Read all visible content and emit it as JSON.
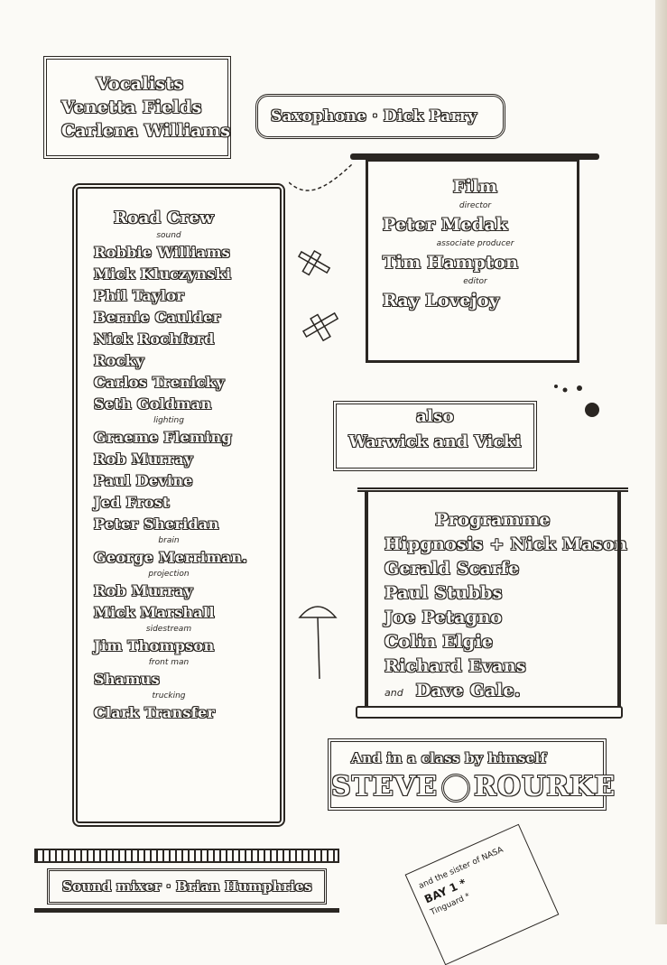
{
  "vocalists": {
    "title": "Vocalists",
    "names": [
      "Venetta Fields",
      "Carlena Williams"
    ]
  },
  "saxophone": {
    "text": "Saxophone · Dick Parry"
  },
  "road_crew": {
    "title": "Road Crew",
    "entries": [
      {
        "type": "role",
        "text": "sound"
      },
      {
        "type": "name",
        "text": "Robbie Williams"
      },
      {
        "type": "name",
        "text": "Mick Kluczynski"
      },
      {
        "type": "name",
        "text": "Phil Taylor"
      },
      {
        "type": "name",
        "text": "Bernie Caulder"
      },
      {
        "type": "name",
        "text": "Nick Rochford"
      },
      {
        "type": "name",
        "text": "Rocky"
      },
      {
        "type": "name",
        "text": "Carlos Trenicky"
      },
      {
        "type": "name",
        "text": "Seth Goldman"
      },
      {
        "type": "role",
        "text": "lighting"
      },
      {
        "type": "name",
        "text": "Graeme Fleming"
      },
      {
        "type": "name",
        "text": "Rob Murray"
      },
      {
        "type": "name",
        "text": "Paul Devine"
      },
      {
        "type": "name",
        "text": "Jed Frost"
      },
      {
        "type": "name",
        "text": "Peter Sheridan"
      },
      {
        "type": "role",
        "text": "brain"
      },
      {
        "type": "name",
        "text": "George Merriman."
      },
      {
        "type": "role",
        "text": "projection"
      },
      {
        "type": "name",
        "text": "Rob Murray"
      },
      {
        "type": "name",
        "text": "Mick Marshall"
      },
      {
        "type": "role",
        "text": "sidestream"
      },
      {
        "type": "name",
        "text": "Jim Thompson"
      },
      {
        "type": "role",
        "text": "front man"
      },
      {
        "type": "name",
        "text": "Shamus"
      },
      {
        "type": "role",
        "text": "trucking"
      },
      {
        "type": "name",
        "text": "Clark Transfer"
      }
    ]
  },
  "film": {
    "title": "Film",
    "entries": [
      {
        "type": "role",
        "text": "director"
      },
      {
        "type": "name",
        "text": "Peter Medak"
      },
      {
        "type": "role",
        "text": "associate producer"
      },
      {
        "type": "name",
        "text": "Tim Hampton"
      },
      {
        "type": "role",
        "text": "editor"
      },
      {
        "type": "name",
        "text": "Ray Lovejoy"
      }
    ]
  },
  "also": {
    "label": "also",
    "names": "Warwick and Vicki"
  },
  "programme": {
    "title": "Programme",
    "lines": [
      "Hipgnosis + Nick Mason",
      "Gerald Scarfe",
      "Paul Stubbs",
      "Joe Petagno",
      "Colin Elgie",
      "Richard Evans"
    ],
    "last_prefix": "and",
    "last_name": "Dave Gale."
  },
  "closer": {
    "line1": "And in a class by himself",
    "first": "STEVE",
    "last": "ROURKE"
  },
  "sound_mixer": {
    "text": "Sound mixer · Brian Humphries"
  },
  "note": {
    "lines": [
      "and the sister of NASA",
      "BAY 1 *",
      "Tinguard *"
    ]
  }
}
